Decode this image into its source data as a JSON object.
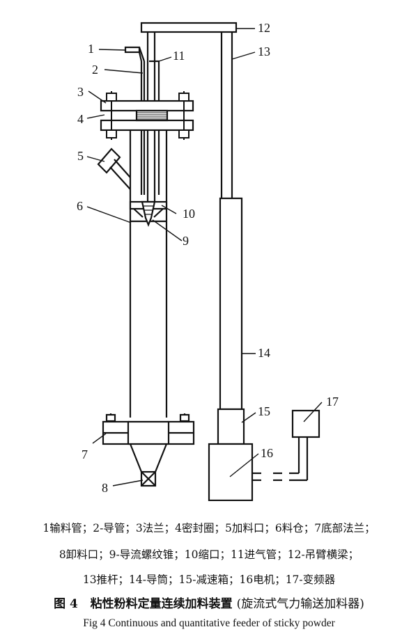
{
  "diagram": {
    "labels": [
      "1",
      "2",
      "3",
      "4",
      "5",
      "6",
      "7",
      "8",
      "9",
      "10",
      "11",
      "12",
      "13",
      "14",
      "15",
      "16",
      "17"
    ]
  },
  "legend": {
    "line1": "1输料管；2-导管；3法兰；4密封圈；5加料口；6料仓；7底部法兰；",
    "line2": "8卸料口；9-导流螺纹锥；10缩口；11进气管；12-吊臂横梁；",
    "line3": "13推杆；14-导筒；15-减速箱；16电机；17-变频器"
  },
  "caption": {
    "figure_number": "图 4",
    "title_cn": "粘性粉料定量连续加料装置",
    "subtitle_cn": "(旋流式气力输送加料器)",
    "title_en": "Fig 4    Continuous and quantitative feeder of sticky powder"
  }
}
